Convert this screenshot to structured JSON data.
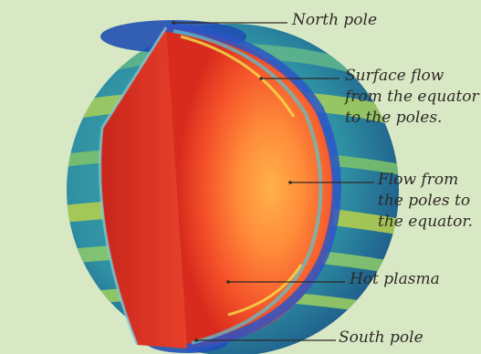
{
  "diagram": {
    "labels": {
      "north_pole": "North pole",
      "surface_flow": [
        "Surface flow",
        "from the equator",
        "to the poles."
      ],
      "flow_from_poles": [
        "Flow from",
        "the poles to",
        "the equator."
      ],
      "hot_plasma": "Hot plasma",
      "south_pole": "South pole"
    }
  }
}
